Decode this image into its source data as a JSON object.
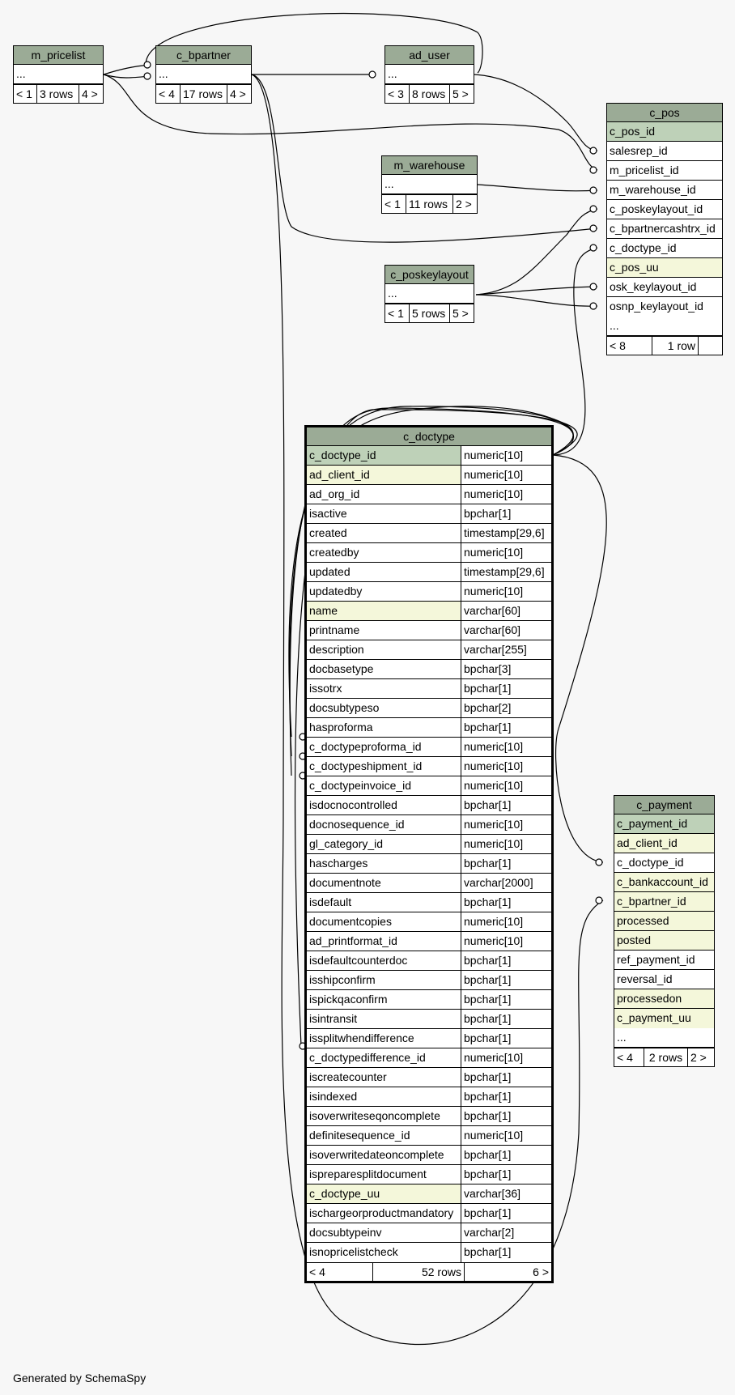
{
  "footer_text": "Generated by SchemaSpy",
  "tables": {
    "m_pricelist": {
      "name": "m_pricelist",
      "ellipsis": "...",
      "parents": "< 1",
      "rows": "3 rows",
      "children": "4 >"
    },
    "c_bpartner": {
      "name": "c_bpartner",
      "ellipsis": "...",
      "parents": "< 4",
      "rows": "17 rows",
      "children": "4 >"
    },
    "ad_user": {
      "name": "ad_user",
      "ellipsis": "...",
      "parents": "< 3",
      "rows": "8 rows",
      "children": "5 >"
    },
    "m_warehouse": {
      "name": "m_warehouse",
      "ellipsis": "...",
      "parents": "< 1",
      "rows": "11 rows",
      "children": "2 >"
    },
    "c_poskeylayout": {
      "name": "c_poskeylayout",
      "ellipsis": "...",
      "parents": "< 1",
      "rows": "5 rows",
      "children": "5 >"
    },
    "c_pos": {
      "name": "c_pos",
      "columns": [
        {
          "name": "c_pos_id",
          "kind": "pk"
        },
        {
          "name": "salesrep_id",
          "kind": ""
        },
        {
          "name": "m_pricelist_id",
          "kind": ""
        },
        {
          "name": "m_warehouse_id",
          "kind": ""
        },
        {
          "name": "c_poskeylayout_id",
          "kind": ""
        },
        {
          "name": "c_bpartnercashtrx_id",
          "kind": ""
        },
        {
          "name": "c_doctype_id",
          "kind": ""
        },
        {
          "name": "c_pos_uu",
          "kind": "uq"
        },
        {
          "name": "osk_keylayout_id",
          "kind": ""
        },
        {
          "name": "osnp_keylayout_id",
          "kind": ""
        }
      ],
      "ellipsis": "...",
      "parents": "< 8",
      "rows": "1 row",
      "children": ""
    },
    "c_payment": {
      "name": "c_payment",
      "columns": [
        {
          "name": "c_payment_id",
          "kind": "pk"
        },
        {
          "name": "ad_client_id",
          "kind": "uq"
        },
        {
          "name": "c_doctype_id",
          "kind": ""
        },
        {
          "name": "c_bankaccount_id",
          "kind": "uq"
        },
        {
          "name": "c_bpartner_id",
          "kind": "uq"
        },
        {
          "name": "processed",
          "kind": "uq"
        },
        {
          "name": "posted",
          "kind": "uq"
        },
        {
          "name": "ref_payment_id",
          "kind": ""
        },
        {
          "name": "reversal_id",
          "kind": ""
        },
        {
          "name": "processedon",
          "kind": "uq"
        },
        {
          "name": "c_payment_uu",
          "kind": "uq"
        }
      ],
      "ellipsis": "...",
      "parents": "< 4",
      "rows": "2 rows",
      "children": "2 >"
    },
    "c_doctype": {
      "name": "c_doctype",
      "columns": [
        {
          "name": "c_doctype_id",
          "type": "numeric[10]",
          "kind": "pk"
        },
        {
          "name": "ad_client_id",
          "type": "numeric[10]",
          "kind": "uq"
        },
        {
          "name": "ad_org_id",
          "type": "numeric[10]",
          "kind": ""
        },
        {
          "name": "isactive",
          "type": "bpchar[1]",
          "kind": ""
        },
        {
          "name": "created",
          "type": "timestamp[29,6]",
          "kind": ""
        },
        {
          "name": "createdby",
          "type": "numeric[10]",
          "kind": ""
        },
        {
          "name": "updated",
          "type": "timestamp[29,6]",
          "kind": ""
        },
        {
          "name": "updatedby",
          "type": "numeric[10]",
          "kind": ""
        },
        {
          "name": "name",
          "type": "varchar[60]",
          "kind": "uq"
        },
        {
          "name": "printname",
          "type": "varchar[60]",
          "kind": ""
        },
        {
          "name": "description",
          "type": "varchar[255]",
          "kind": ""
        },
        {
          "name": "docbasetype",
          "type": "bpchar[3]",
          "kind": ""
        },
        {
          "name": "issotrx",
          "type": "bpchar[1]",
          "kind": ""
        },
        {
          "name": "docsubtypeso",
          "type": "bpchar[2]",
          "kind": ""
        },
        {
          "name": "hasproforma",
          "type": "bpchar[1]",
          "kind": ""
        },
        {
          "name": "c_doctypeproforma_id",
          "type": "numeric[10]",
          "kind": ""
        },
        {
          "name": "c_doctypeshipment_id",
          "type": "numeric[10]",
          "kind": ""
        },
        {
          "name": "c_doctypeinvoice_id",
          "type": "numeric[10]",
          "kind": ""
        },
        {
          "name": "isdocnocontrolled",
          "type": "bpchar[1]",
          "kind": ""
        },
        {
          "name": "docnosequence_id",
          "type": "numeric[10]",
          "kind": ""
        },
        {
          "name": "gl_category_id",
          "type": "numeric[10]",
          "kind": ""
        },
        {
          "name": "hascharges",
          "type": "bpchar[1]",
          "kind": ""
        },
        {
          "name": "documentnote",
          "type": "varchar[2000]",
          "kind": ""
        },
        {
          "name": "isdefault",
          "type": "bpchar[1]",
          "kind": ""
        },
        {
          "name": "documentcopies",
          "type": "numeric[10]",
          "kind": ""
        },
        {
          "name": "ad_printformat_id",
          "type": "numeric[10]",
          "kind": ""
        },
        {
          "name": "isdefaultcounterdoc",
          "type": "bpchar[1]",
          "kind": ""
        },
        {
          "name": "isshipconfirm",
          "type": "bpchar[1]",
          "kind": ""
        },
        {
          "name": "ispickqaconfirm",
          "type": "bpchar[1]",
          "kind": ""
        },
        {
          "name": "isintransit",
          "type": "bpchar[1]",
          "kind": ""
        },
        {
          "name": "issplitwhendifference",
          "type": "bpchar[1]",
          "kind": ""
        },
        {
          "name": "c_doctypedifference_id",
          "type": "numeric[10]",
          "kind": ""
        },
        {
          "name": "iscreatecounter",
          "type": "bpchar[1]",
          "kind": ""
        },
        {
          "name": "isindexed",
          "type": "bpchar[1]",
          "kind": ""
        },
        {
          "name": "isoverwriteseqoncomplete",
          "type": "bpchar[1]",
          "kind": ""
        },
        {
          "name": "definitesequence_id",
          "type": "numeric[10]",
          "kind": ""
        },
        {
          "name": "isoverwritedateoncomplete",
          "type": "bpchar[1]",
          "kind": ""
        },
        {
          "name": "ispreparesplitdocument",
          "type": "bpchar[1]",
          "kind": ""
        },
        {
          "name": "c_doctype_uu",
          "type": "varchar[36]",
          "kind": "uq"
        },
        {
          "name": "ischargeorproductmandatory",
          "type": "bpchar[1]",
          "kind": ""
        },
        {
          "name": "docsubtypeinv",
          "type": "varchar[2]",
          "kind": ""
        },
        {
          "name": "isnopricelistcheck",
          "type": "bpchar[1]",
          "kind": ""
        }
      ],
      "parents": "< 4",
      "rows": "52 rows",
      "children": "6 >"
    }
  }
}
